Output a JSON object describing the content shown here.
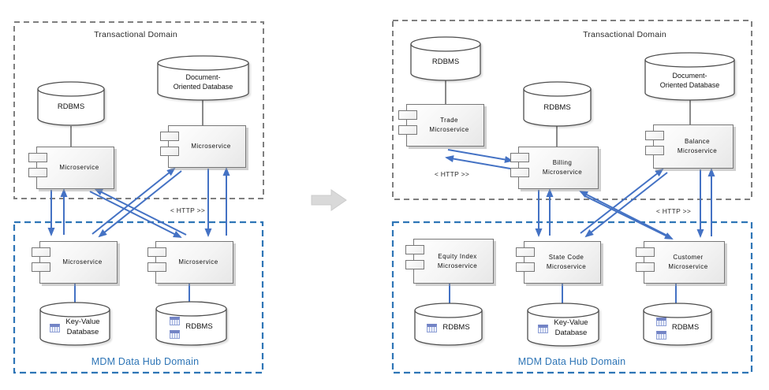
{
  "colors": {
    "arrow_blue": "#4472C4",
    "transactional_border_gray": "#7F7F7F",
    "mdm_border_blue": "#2E75B6",
    "mdm_text_blue": "#2E75B6",
    "connector_gray": "#595959",
    "transform_arrow_gray": "#D9D9D9"
  },
  "icons": {
    "database_table": "table-icon",
    "component_port": "port-icon",
    "transform": "right-block-arrow-icon"
  },
  "left": {
    "td_title": "Transactional Domain",
    "mdm_title": "MDM Data Hub Domain",
    "http": "< HTTP >>",
    "db": {
      "rdbms_top": {
        "l1": "RDBMS"
      },
      "docdb": {
        "l1": "Document-",
        "l2": "Oriented Database"
      },
      "keyvalue": {
        "l1": "Key-Value",
        "l2": "Database"
      },
      "rdbms_bottom": {
        "l1": "RDBMS"
      }
    },
    "svc": {
      "top_left": {
        "l1": "Microservice"
      },
      "top_right": {
        "l1": "Microservice"
      },
      "bottom_left": {
        "l1": "Microservice"
      },
      "bottom_right": {
        "l1": "Microservice"
      }
    }
  },
  "right": {
    "td_title": "Transactional Domain",
    "mdm_title": "MDM Data Hub Domain",
    "http_top": "< HTTP >>",
    "http_bottom": "< HTTP >>",
    "db": {
      "rdbms_trade": {
        "l1": "RDBMS"
      },
      "rdbms_billing": {
        "l1": "RDBMS"
      },
      "docdb": {
        "l1": "Document-",
        "l2": "Oriented Database"
      },
      "rdbms_equity": {
        "l1": "RDBMS"
      },
      "keyvalue": {
        "l1": "Key-Value",
        "l2": "Database"
      },
      "rdbms_customer": {
        "l1": "RDBMS"
      }
    },
    "svc": {
      "trade": {
        "l1": "Trade",
        "l2": "Microservice"
      },
      "billing": {
        "l1": "Billing",
        "l2": "Microservice"
      },
      "balance": {
        "l1": "Balance",
        "l2": "Microservice"
      },
      "equity": {
        "l1": "Equity Index",
        "l2": "Microservice"
      },
      "state": {
        "l1": "State Code",
        "l2": "Microservice"
      },
      "customer": {
        "l1": "Customer",
        "l2": "Microservice"
      }
    }
  }
}
